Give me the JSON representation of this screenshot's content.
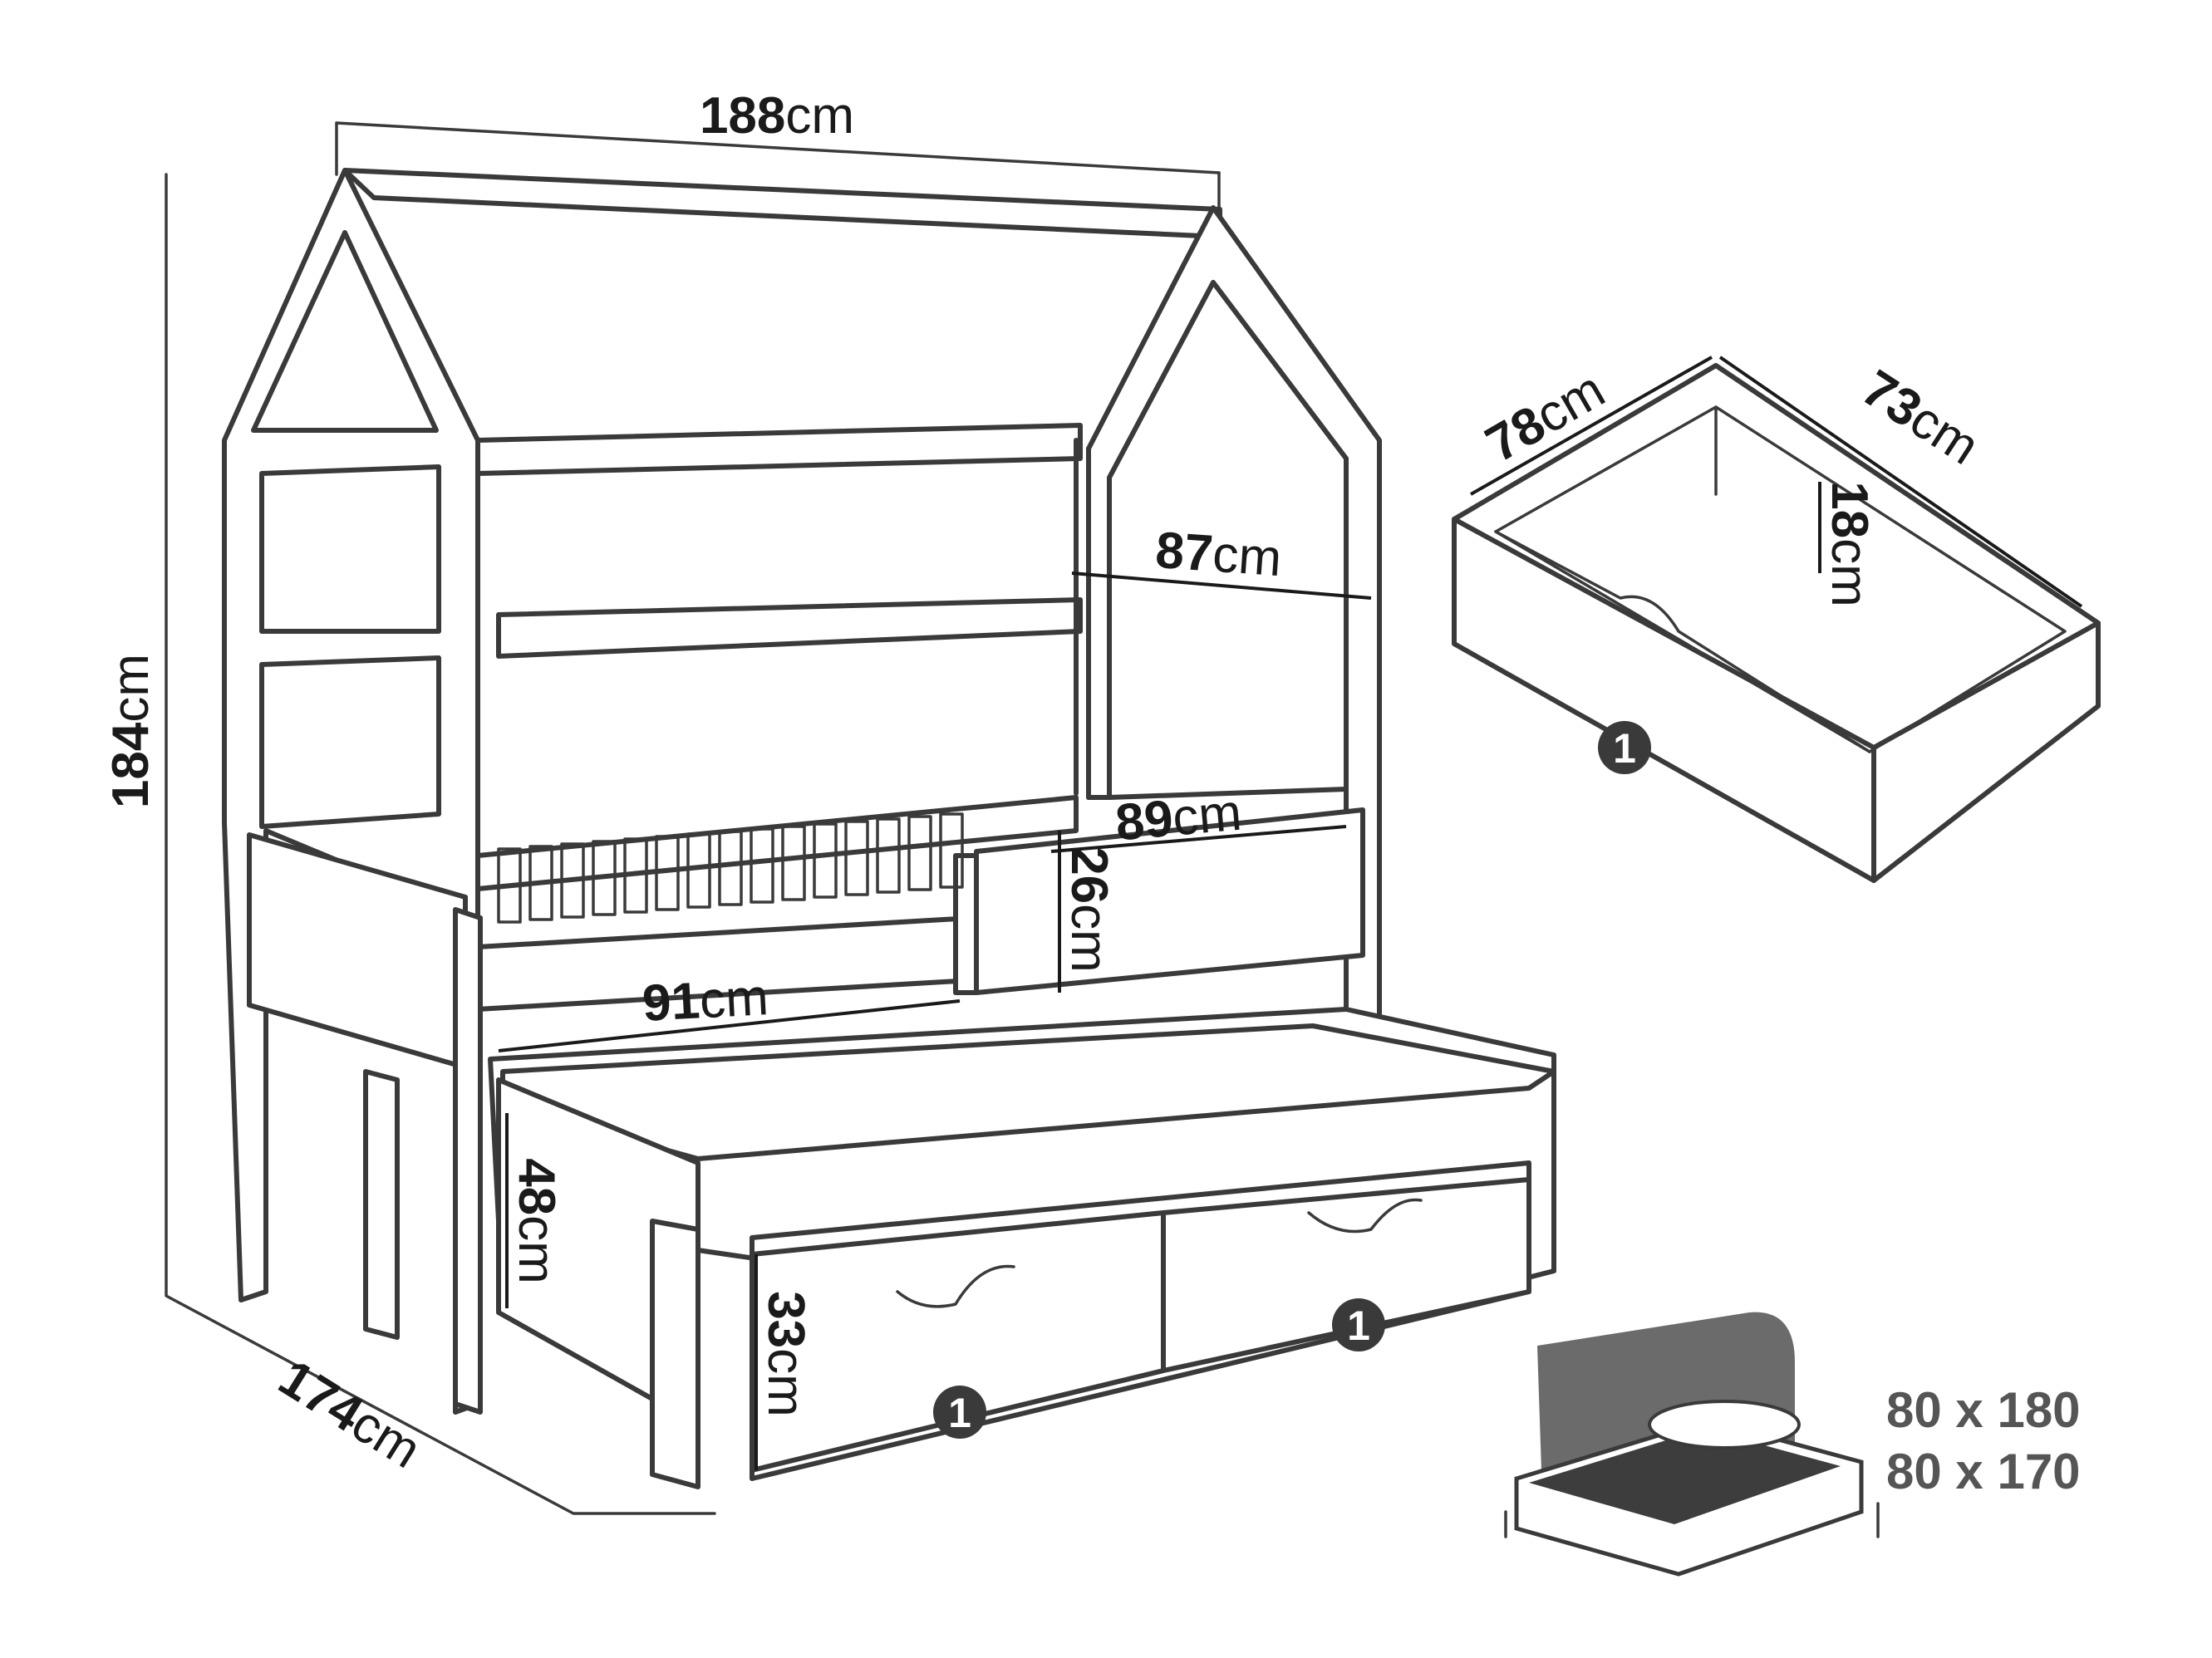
{
  "unit": "cm",
  "dimensions": {
    "width": "188",
    "height": "184",
    "depth": "174",
    "inner_height": "87",
    "rail_length": "91",
    "rail_width": "89",
    "rail_height": "26",
    "bed_height": "48",
    "trundle_height": "33"
  },
  "drawer": {
    "width": "78",
    "depth": "73",
    "height": "18"
  },
  "badges": [
    "1",
    "1",
    "1"
  ],
  "mattress_sizes": [
    "80 x 180",
    "80 x 170"
  ],
  "colors": {
    "line": "#3a3a3a",
    "text": "#1a1a1a",
    "night": "#6b6b6b",
    "mattress": "#3d3d3d",
    "size_text": "#555555"
  }
}
